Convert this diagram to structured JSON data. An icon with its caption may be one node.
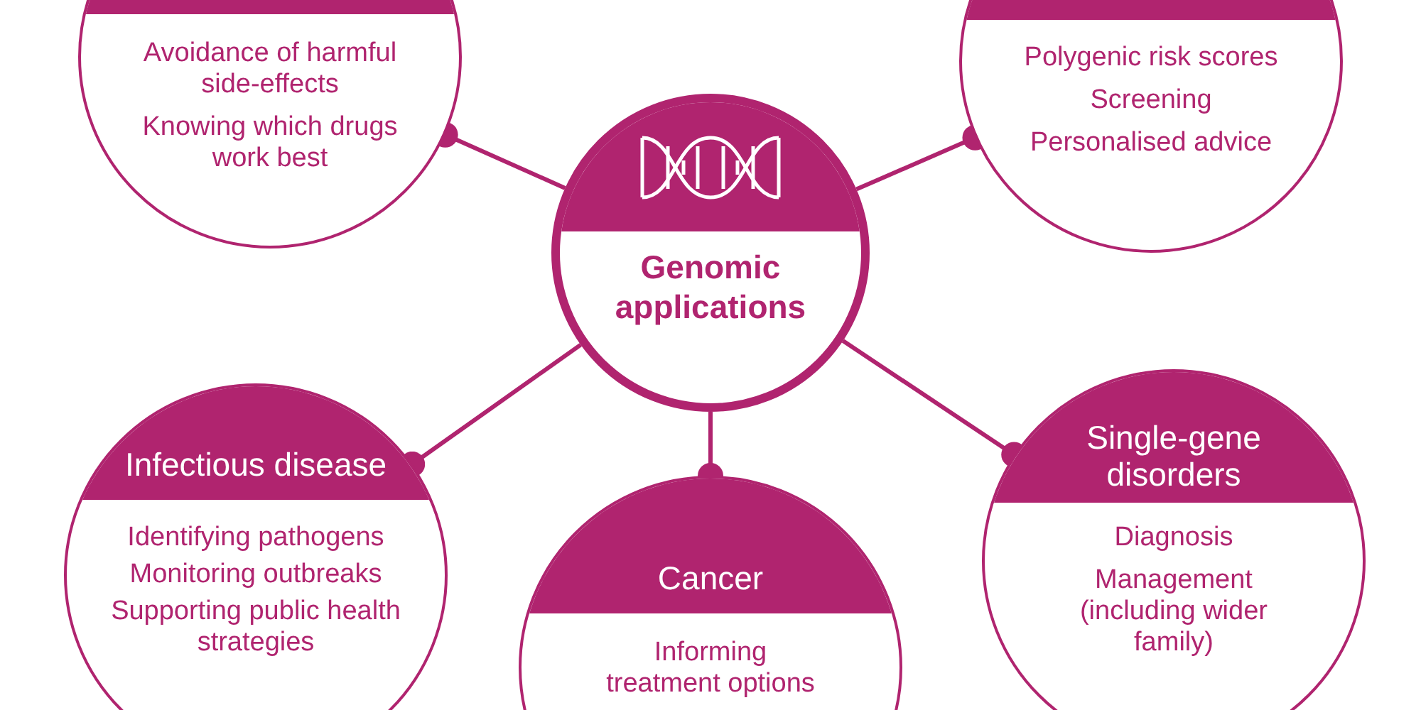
{
  "diagram": {
    "nodes": [
      {
        "text": [
          "Avoidance of harmful side-effects",
          "Knowing which drugs work best"
        ]
      },
      {
        "text": [
          "Genomic applications"
        ]
      },
      {
        "text": [
          "Polygenic risk scores",
          "Screening",
          "Personalised advice"
        ]
      },
      {
        "text": [
          "Infectious disease",
          "Identifying pathogens",
          "Monitoring outbreaks",
          "Supporting public health strategies"
        ]
      },
      {
        "text": [
          "Cancer",
          "Informing treatment options"
        ]
      },
      {
        "text": [
          "Single-gene disorders",
          "Diagnosis",
          "Management (including wider family)"
        ]
      }
    ],
    "edges": [
      {
        "from": 1,
        "to": 0,
        "arrow": "other"
      },
      {
        "from": 1,
        "to": 2,
        "arrow": "other"
      },
      {
        "from": 1,
        "to": 3,
        "arrow": "other"
      },
      {
        "from": 1,
        "to": 4,
        "arrow": "other"
      },
      {
        "from": 1,
        "to": 5,
        "arrow": "other"
      }
    ]
  }
}
